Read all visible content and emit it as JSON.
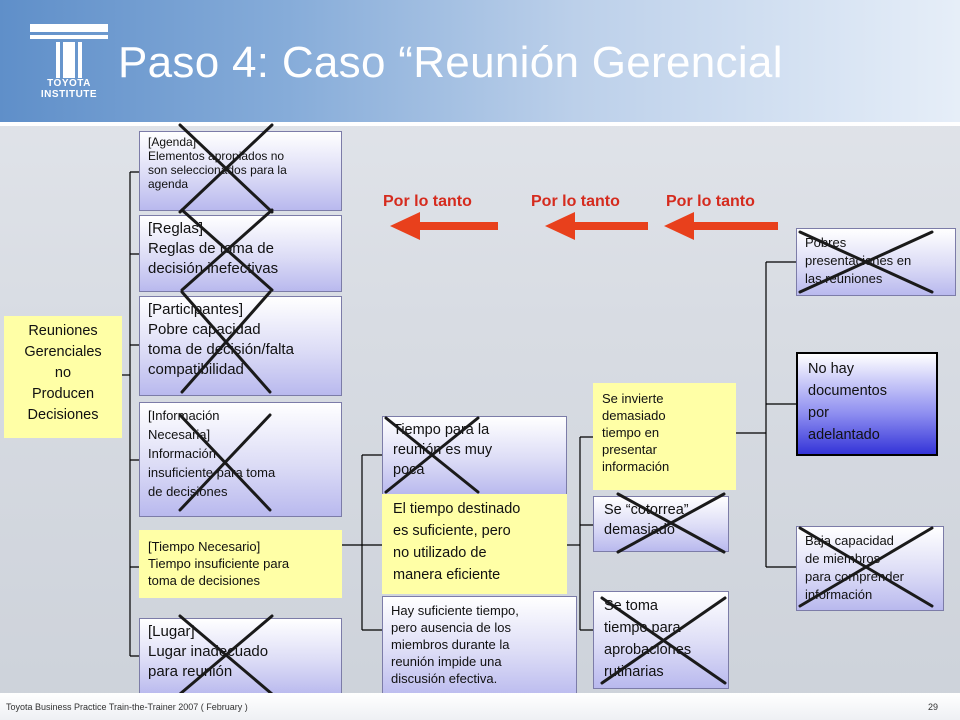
{
  "header": {
    "title": "Paso 4: Caso “Reunión Gerencial",
    "logo_line1": "TOYOTA",
    "logo_line2": "INSTITUTE"
  },
  "root": {
    "label": "Reuniones\nGerenciales\nno\nProducen\nDecisiones"
  },
  "causes": [
    {
      "label": "[Agenda]\nElementos apropiados no\nson seleccionados para la\nagenda",
      "crossed": true
    },
    {
      "label": "[Reglas]\nReglas de toma de\ndecisión inefectivas",
      "crossed": true
    },
    {
      "label": "[Participantes]\nPobre capacidad\ntoma de decisión/falta\ncompatibilidad",
      "crossed": true
    },
    {
      "label": "[Información\nNecesaria]\nInformación\ninsuficiente para toma\nde decisiones",
      "crossed": true
    },
    {
      "label": "[Tiempo Necesario]\nTiempo insuficiente para\ntoma de decisiones",
      "crossed": false
    },
    {
      "label": "[Lugar]\nLugar inadecuado\npara reunión",
      "crossed": true
    }
  ],
  "level2": [
    {
      "label": "Tiempo para la\nreunión es muy\npoca",
      "crossed": true
    },
    {
      "label": "El tiempo destinado\nes suficiente, pero\nno utilizado de\nmanera eficiente",
      "crossed": false
    },
    {
      "label": "Hay suficiente tiempo,\npero ausencia de los\nmiembros durante la\nreunión impide una\ndiscusión efectiva.",
      "crossed": false
    }
  ],
  "level3": [
    {
      "label": "Se invierte\ndemasiado\ntiempo en\npresentar\ninformación",
      "crossed": false
    },
    {
      "label": "Se “cotorrea”\ndemasiado",
      "crossed": true
    },
    {
      "label": "Se toma\ntiempo para\naprobaciones\nrutinarias",
      "crossed": true
    }
  ],
  "level4": [
    {
      "label": "Pobres\npresentaciones en\nlas reuniones",
      "crossed": true
    },
    {
      "label": "No hay\ndocumentos\npor\nadelantado",
      "crossed": false
    },
    {
      "label": "Baja capacidad\nde miembros\npara comprender\ninformación",
      "crossed": true
    }
  ],
  "arrows": [
    "Por lo tanto",
    "Por lo tanto",
    "Por lo tanto"
  ],
  "colors": {
    "cross": "#1a1a1a",
    "arrow": "#e8401c",
    "arrow_text": "#d52b1e",
    "highlight": "#ffffa6"
  },
  "footer": {
    "text": "Toyota Business Practice Train-the-Trainer 2007  ( February )",
    "page": "29"
  }
}
